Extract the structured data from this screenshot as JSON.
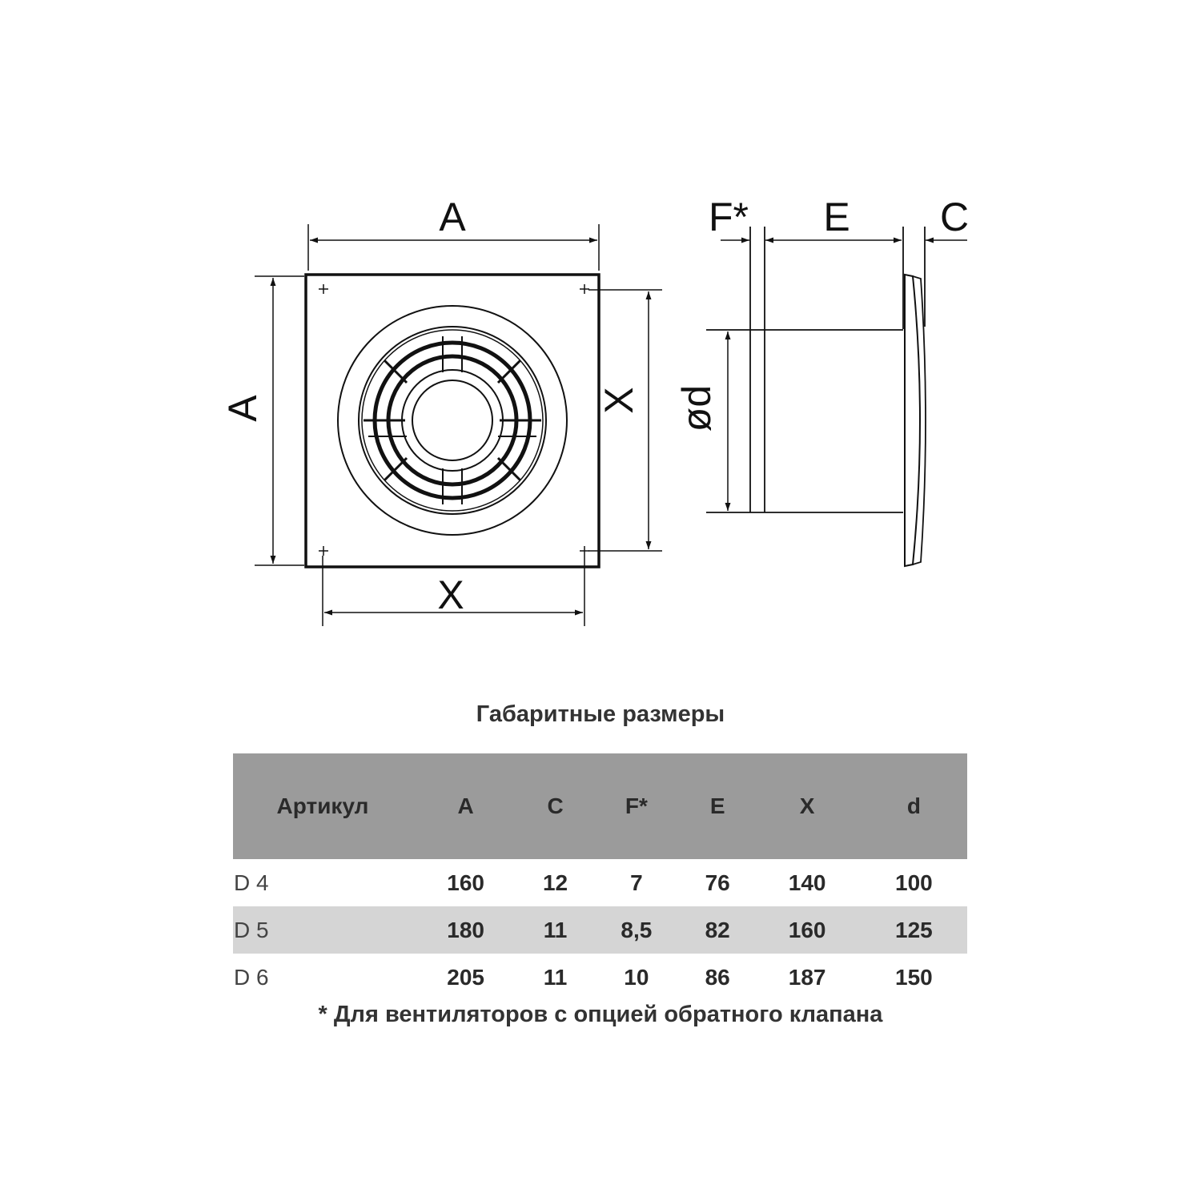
{
  "drawing": {
    "labels": {
      "front_top": "A",
      "front_left": "A",
      "front_right": "X",
      "front_bottom": "X",
      "side_f": "F*",
      "side_e": "E",
      "side_c": "C",
      "side_d": "ød"
    }
  },
  "table": {
    "title": "Габаритные размеры",
    "headers": [
      "Артикул",
      "A",
      "C",
      "F*",
      "E",
      "X",
      "d"
    ],
    "rows": [
      [
        "D 4",
        "160",
        "12",
        "7",
        "76",
        "140",
        "100"
      ],
      [
        "D 5",
        "180",
        "11",
        "8,5",
        "82",
        "160",
        "125"
      ],
      [
        "D 6",
        "205",
        "11",
        "10",
        "86",
        "187",
        "150"
      ]
    ],
    "colors": {
      "header": "#9b9b9b",
      "stripe": "#d5d5d5"
    },
    "footnote": "* Для вентиляторов с опцией обратного клапана"
  }
}
